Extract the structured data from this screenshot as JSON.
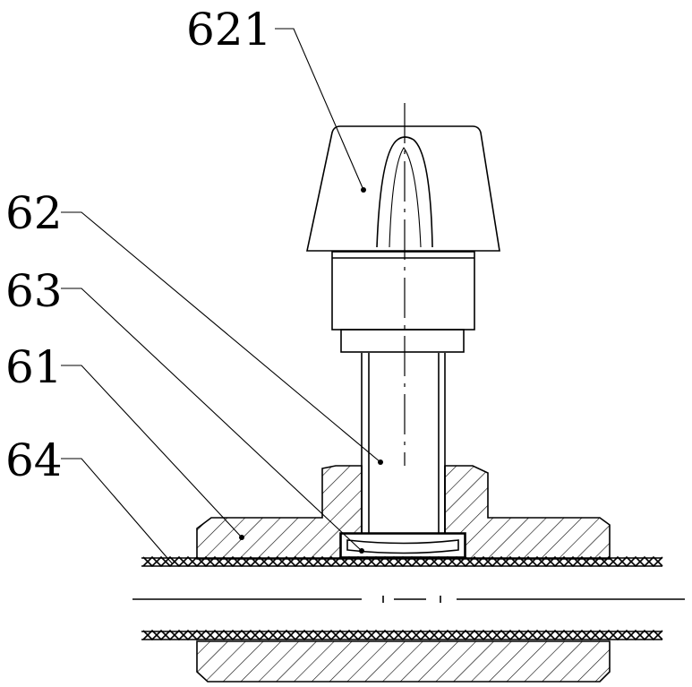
{
  "labels": {
    "l621": "621",
    "l62": "62",
    "l63": "63",
    "l61": "61",
    "l64": "64"
  }
}
